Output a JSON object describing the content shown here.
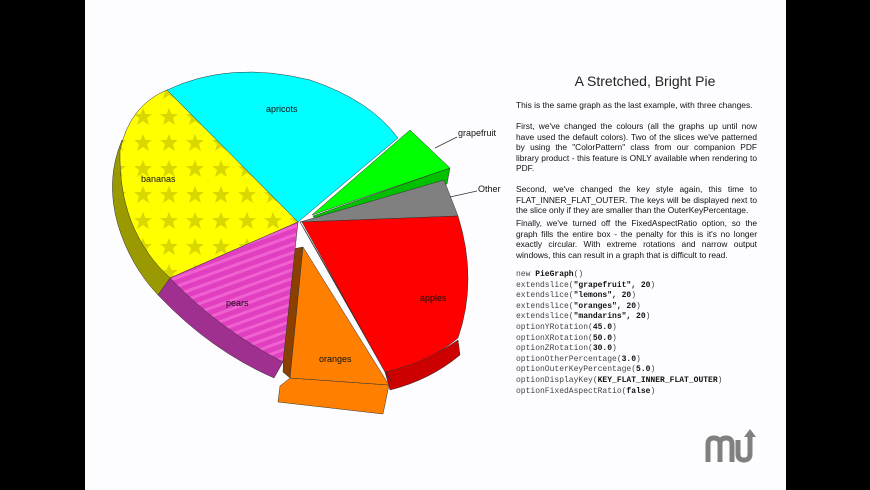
{
  "pie": {
    "slices": [
      {
        "label": "apricots",
        "color": "#00ffff"
      },
      {
        "label": "grapefruit",
        "color": "#00ff00"
      },
      {
        "label": "Other",
        "color": "#808080"
      },
      {
        "label": "apples",
        "color": "#ff0000"
      },
      {
        "label": "oranges",
        "color": "#ff8000"
      },
      {
        "label": "pears",
        "color": "#e040c0"
      },
      {
        "label": "bananas",
        "color": "#ffff00"
      }
    ]
  },
  "doc": {
    "title": "A Stretched, Bright Pie",
    "paragraphs": [
      "This is the same graph as the last example, with three changes.",
      "First, we've changed the colours (all the graphs up until now have used the default colors). Two of the slices we've patterned by using the \"ColorPattern\" class from our companion PDF library product - this feature is ONLY available when rendering to PDF.",
      "Second, we've changed the key style again, this time to FLAT_INNER_FLAT_OUTER. The keys will be displayed next to the slice only if they are smaller than the OuterKeyPercentage.",
      "Finally, we've turned off the FixedAspectRatio option, so the graph fills the entire box - the penalty for this is it's no longer exactly circular. With extreme rotations and narrow output windows, this can result in a graph that is difficult to read."
    ],
    "code": [
      {
        "pre": "new ",
        "arg": "PieGraph",
        "post": "()"
      },
      {
        "pre": "extendslice(",
        "arg": "\"grapefruit\", 20",
        "post": ")"
      },
      {
        "pre": "extendslice(",
        "arg": "\"lemons\", 20",
        "post": ")"
      },
      {
        "pre": "extendslice(",
        "arg": "\"oranges\", 20",
        "post": ")"
      },
      {
        "pre": "extendslice(",
        "arg": "\"mandarins\", 20",
        "post": ")"
      },
      {
        "pre": "optionYRotation(",
        "arg": "45.0",
        "post": ")"
      },
      {
        "pre": "optionXRotation(",
        "arg": "50.0",
        "post": ")"
      },
      {
        "pre": "optionZRotation(",
        "arg": "30.0",
        "post": ")"
      },
      {
        "pre": "optionOtherPercentage(",
        "arg": "3.0",
        "post": ")"
      },
      {
        "pre": "optionOuterKeyPercentage(",
        "arg": "5.0",
        "post": ")"
      },
      {
        "pre": "optionDisplayKey(",
        "arg": "KEY_FLAT_INNER_FLAT_OUTER",
        "post": ")"
      },
      {
        "pre": "optionFixedAspectRatio(",
        "arg": "false",
        "post": ")"
      }
    ]
  },
  "logo": {
    "text": "mu"
  }
}
